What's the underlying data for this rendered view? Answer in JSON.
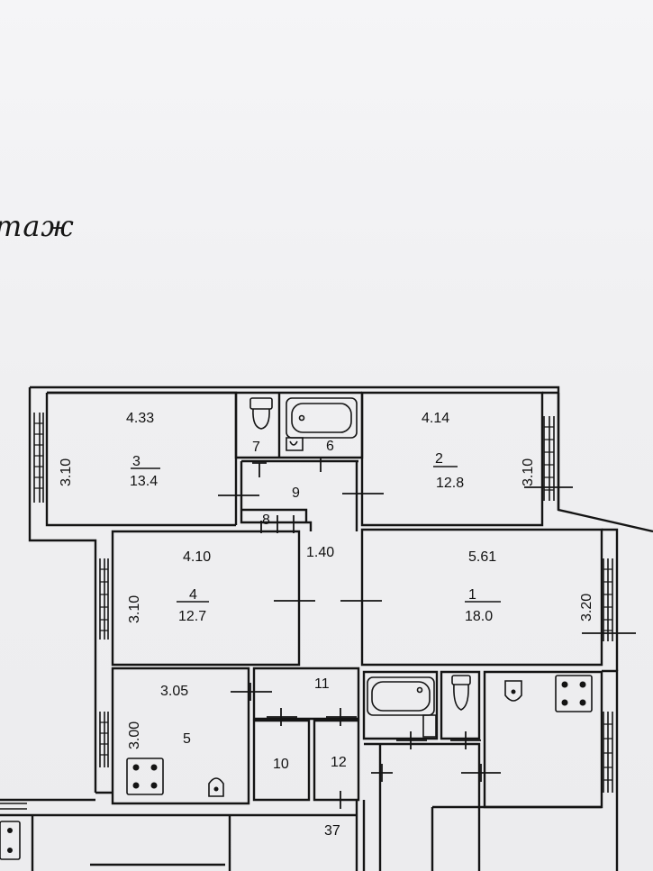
{
  "heading": "таж",
  "rooms": [
    {
      "id": "1",
      "number": "1",
      "area": "18.0",
      "width": "5.61",
      "depth": "3.20"
    },
    {
      "id": "2",
      "number": "2",
      "area": "12.8",
      "width": "4.14",
      "depth": "3.10"
    },
    {
      "id": "3",
      "number": "3",
      "area": "13.4",
      "width": "4.33",
      "depth": "3.10"
    },
    {
      "id": "4",
      "number": "4",
      "area": "12.7",
      "width": "4.10",
      "depth": "3.10"
    },
    {
      "id": "5",
      "number": "5",
      "width": "3.05",
      "depth": "3.00"
    },
    {
      "id": "6",
      "number": "6"
    },
    {
      "id": "7",
      "number": "7"
    },
    {
      "id": "8",
      "number": "8"
    },
    {
      "id": "9",
      "number": "9"
    },
    {
      "id": "10",
      "number": "10"
    },
    {
      "id": "11",
      "number": "11",
      "width": "1.40"
    },
    {
      "id": "12",
      "number": "12"
    }
  ],
  "extra_label": "37"
}
